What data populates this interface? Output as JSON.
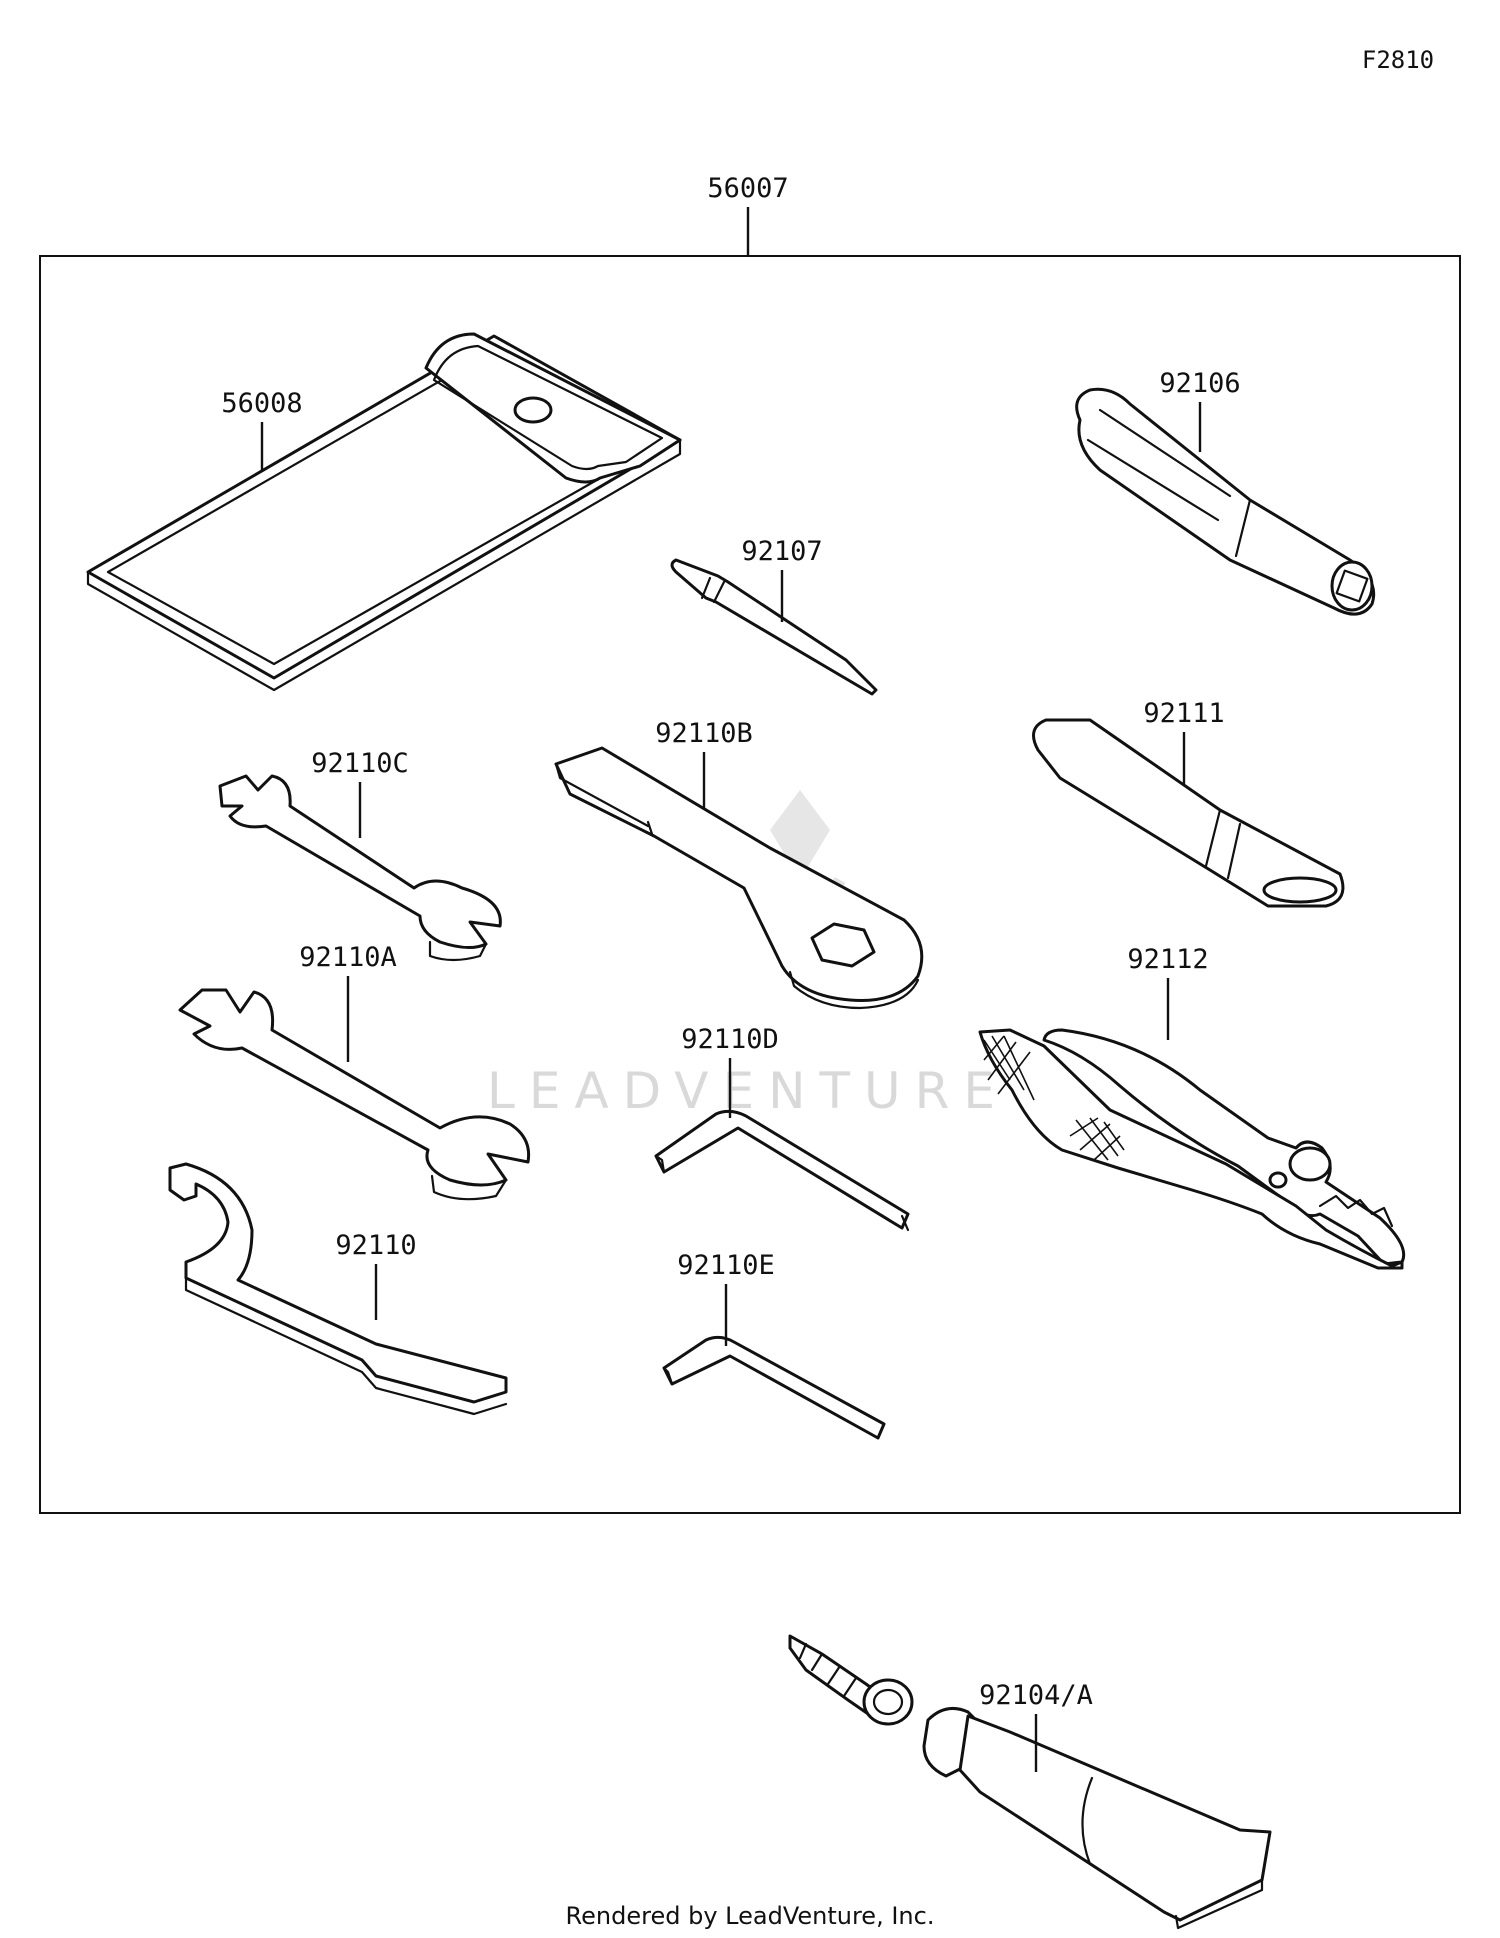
{
  "figure_code": "F2810",
  "watermark": "LEADVENTURE",
  "footer": "Rendered by LeadVenture, Inc.",
  "callouts": {
    "kit": "56007",
    "pouch": "56008",
    "screwdriver_handle": "92106",
    "screwdriver_bit": "92107",
    "extension_bar": "92111",
    "wrench_c": "92110C",
    "ring_wrench_b": "92110B",
    "wrench_a": "92110A",
    "pliers": "92112",
    "hex_key_d": "92110D",
    "hook_wrench": "92110",
    "hex_key_e": "92110E",
    "tube": "92104/A"
  }
}
